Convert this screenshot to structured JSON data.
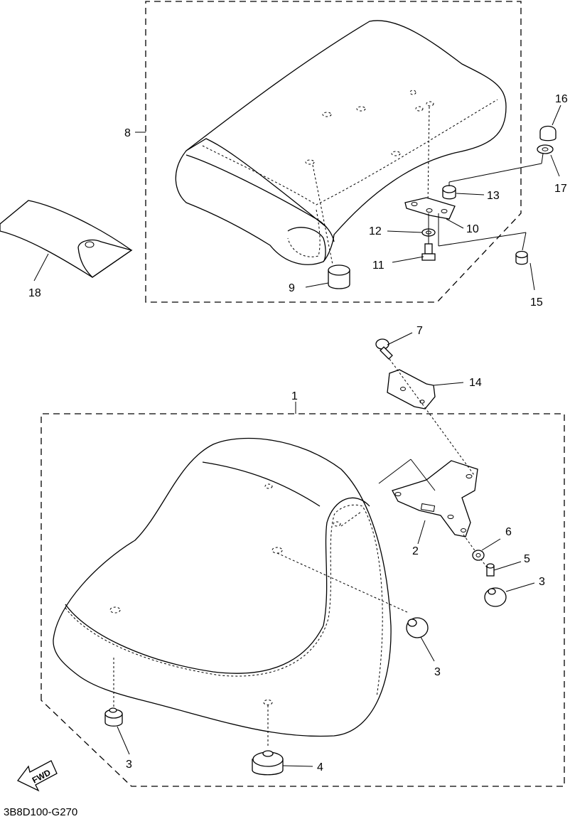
{
  "diagram_code": "3B8D100-G270",
  "fwd_label": "FWD",
  "callouts": {
    "p1": "1",
    "p2": "2",
    "p3a": "3",
    "p3b": "3",
    "p3c": "3",
    "p4": "4",
    "p5": "5",
    "p6": "6",
    "p7": "7",
    "p8": "8",
    "p9": "9",
    "p10": "10",
    "p11": "11",
    "p12": "12",
    "p13": "13",
    "p14": "14",
    "p15": "15",
    "p16": "16",
    "p17": "17",
    "p18": "18"
  }
}
